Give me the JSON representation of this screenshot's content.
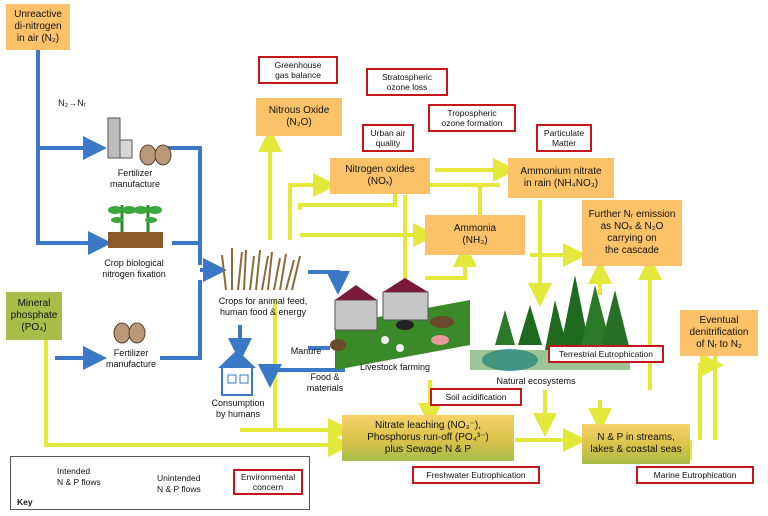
{
  "nodes": {
    "unreactive_n2": [
      "Unreactive",
      "di-nitrogen",
      "in air (N₂)"
    ],
    "mineral_phosphate": [
      "Mineral",
      "phosphate",
      "(PO₄)"
    ],
    "nitrous_oxide": [
      "Nitrous Oxide",
      "(N₂O)"
    ],
    "nitrogen_oxides": [
      "Nitrogen oxides",
      "(NOₓ)"
    ],
    "ammonium_nitrate": [
      "Ammonium nitrate",
      "in rain (NH₄NO₃)"
    ],
    "ammonia": [
      "Ammonia",
      "(NH₃)"
    ],
    "further_emission": [
      "Further Nᵣ emission",
      "as NOₓ & N₂O",
      "carrying on",
      "the cascade"
    ],
    "eventual_denitrification": [
      "Eventual",
      "denitrification",
      "of Nᵣ to N₂"
    ],
    "nitrate_leaching": [
      "Nitrate leaching (NO₃⁻),",
      "Phosphorus run-off (PO₄³⁻)",
      "plus  Sewage N & P"
    ],
    "streams": [
      "N  & P in streams,",
      "lakes & coastal seas"
    ]
  },
  "concerns": {
    "greenhouse": [
      "Greenhouse",
      "gas balance"
    ],
    "stratospheric": [
      "Stratospheric",
      "ozone  loss"
    ],
    "tropospheric": [
      "Tropospheric",
      "ozone formation"
    ],
    "urban_air": [
      "Urban air",
      "quality"
    ],
    "particulate": [
      "Particulate",
      "Matter"
    ],
    "terrestrial": [
      "Terrestrial Eutrophication"
    ],
    "soil": [
      "Soil acidification"
    ],
    "freshwater": [
      "Freshwater Eutrophication"
    ],
    "marine": [
      "Marine  Eutrophication"
    ]
  },
  "labels": {
    "n2_to_nr": "N₂→Nᵣ",
    "fertilizer_top": [
      "Fertilizer",
      "manufacture"
    ],
    "crop_fixation": [
      "Crop  biological",
      "nitrogen fixation"
    ],
    "fertilizer_bottom": [
      "Fertilizer",
      "manufacture"
    ],
    "crops": [
      "Crops for animal feed,",
      "human food & energy"
    ],
    "manure": "Manure",
    "livestock": "Livestock farming",
    "food_materials": [
      "Food &",
      "materials"
    ],
    "consumption": [
      "Consumption",
      "by humans"
    ],
    "natural_ecosystems": "Natural ecosystems"
  },
  "key": {
    "title": "Key",
    "intended": [
      "Intended",
      "N & P flows"
    ],
    "unintended": [
      "Unintended",
      "N & P flows"
    ],
    "concern": [
      "Environmental",
      "concern"
    ]
  },
  "colors": {
    "intended_flow": "#3b78c8",
    "unintended_flow": "#e4e83a",
    "concern_border": "#c4161c",
    "box_orange": "#fcc26a",
    "box_green": "#a8bd4a"
  }
}
